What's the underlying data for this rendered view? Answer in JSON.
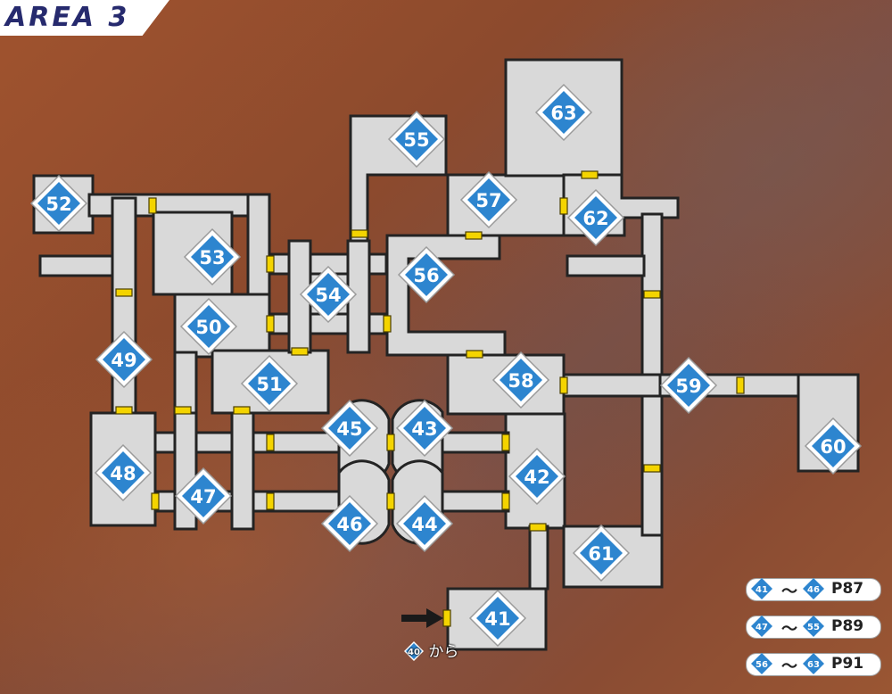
{
  "title": "AREA 3",
  "colors": {
    "room_fill": "#d9d9d9",
    "room_border": "#232323",
    "door": "#f4d400",
    "marker_blue": "#2d85cf",
    "background": "#8a4a2c"
  },
  "rooms": {
    "r41": "41",
    "r42": "42",
    "r43": "43",
    "r44": "44",
    "r45": "45",
    "r46": "46",
    "r47": "47",
    "r48": "48",
    "r49": "49",
    "r50": "50",
    "r51": "51",
    "r52": "52",
    "r53": "53",
    "r54": "54",
    "r55": "55",
    "r56": "56",
    "r57": "57",
    "r58": "58",
    "r59": "59",
    "r60": "60",
    "r61": "61",
    "r62": "62",
    "r63": "63"
  },
  "entry": {
    "from_room": "40",
    "label": "から",
    "arrow_icon": "arrow-right-icon"
  },
  "page_refs": [
    {
      "from": "41",
      "to": "46",
      "tilde": "〜",
      "page": "P87"
    },
    {
      "from": "47",
      "to": "55",
      "tilde": "〜",
      "page": "P89"
    },
    {
      "from": "56",
      "to": "63",
      "tilde": "〜",
      "page": "P91"
    }
  ]
}
